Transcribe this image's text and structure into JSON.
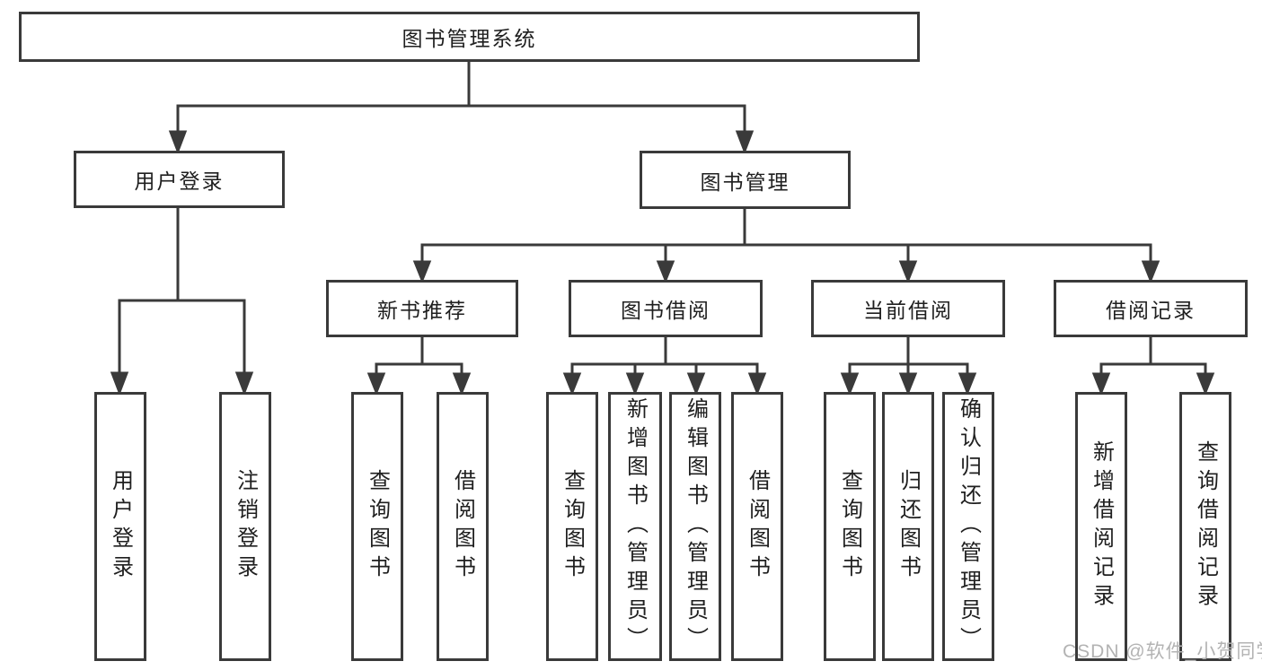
{
  "diagram": {
    "root": {
      "label": "图书管理系统"
    },
    "level2": [
      {
        "label": "用户登录"
      },
      {
        "label": "图书管理"
      }
    ],
    "level3": [
      {
        "label": "新书推荐"
      },
      {
        "label": "图书借阅"
      },
      {
        "label": "当前借阅"
      },
      {
        "label": "借阅记录"
      }
    ],
    "leaves": [
      {
        "label": "用户登录",
        "parent": "用户登录"
      },
      {
        "label": "注销登录",
        "parent": "用户登录"
      },
      {
        "label": "查询图书",
        "parent": "新书推荐"
      },
      {
        "label": "借阅图书",
        "parent": "新书推荐"
      },
      {
        "label": "查询图书",
        "parent": "图书借阅"
      },
      {
        "label": "新增图书（管理员）",
        "parent": "图书借阅"
      },
      {
        "label": "编辑图书（管理员）",
        "parent": "图书借阅"
      },
      {
        "label": "借阅图书",
        "parent": "图书借阅"
      },
      {
        "label": "查询图书",
        "parent": "当前借阅"
      },
      {
        "label": "归还图书",
        "parent": "当前借阅"
      },
      {
        "label": "确认归还（管理员）",
        "parent": "当前借阅"
      },
      {
        "label": "新增借阅记录",
        "parent": "借阅记录"
      },
      {
        "label": "查询借阅记录",
        "parent": "借阅记录"
      }
    ]
  },
  "watermark": {
    "text": "CSDN @软件_小贺同学"
  },
  "colors": {
    "line": "#3a3a3a",
    "box_border": "#3a3a3a",
    "text": "#1f1f1f",
    "watermark": "#b3b3b3",
    "background": "#ffffff"
  }
}
